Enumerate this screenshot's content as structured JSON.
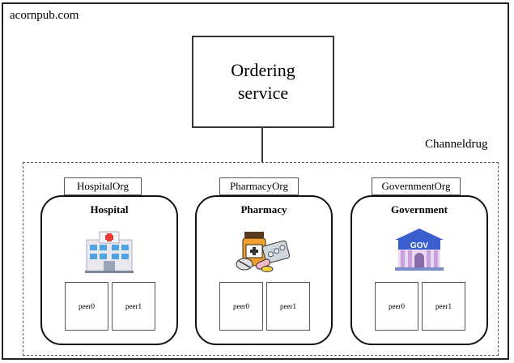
{
  "watermark": "acornpub.com",
  "ordering_service": {
    "label": "Ordering\nservice"
  },
  "channel": {
    "label": "Channeldrug"
  },
  "orgs": [
    {
      "tag": "HospitalOrg",
      "title": "Hospital",
      "icon": "hospital-icon",
      "peers": [
        "peer0",
        "peer1"
      ]
    },
    {
      "tag": "PharmacyOrg",
      "title": "Pharmacy",
      "icon": "pharmacy-icon",
      "peers": [
        "peer0",
        "peer1"
      ]
    },
    {
      "tag": "GovernmentOrg",
      "title": "Government",
      "icon": "government-icon",
      "icon_text": "GOV",
      "peers": [
        "peer0",
        "peer1"
      ]
    }
  ],
  "colors": {
    "hospital_cross": "#e53935",
    "hospital_glass": "#4fa3e0",
    "pill_bottle": "#f0a030",
    "gov_roof": "#3a5fcd",
    "gov_columns": "#c9a0dc"
  }
}
